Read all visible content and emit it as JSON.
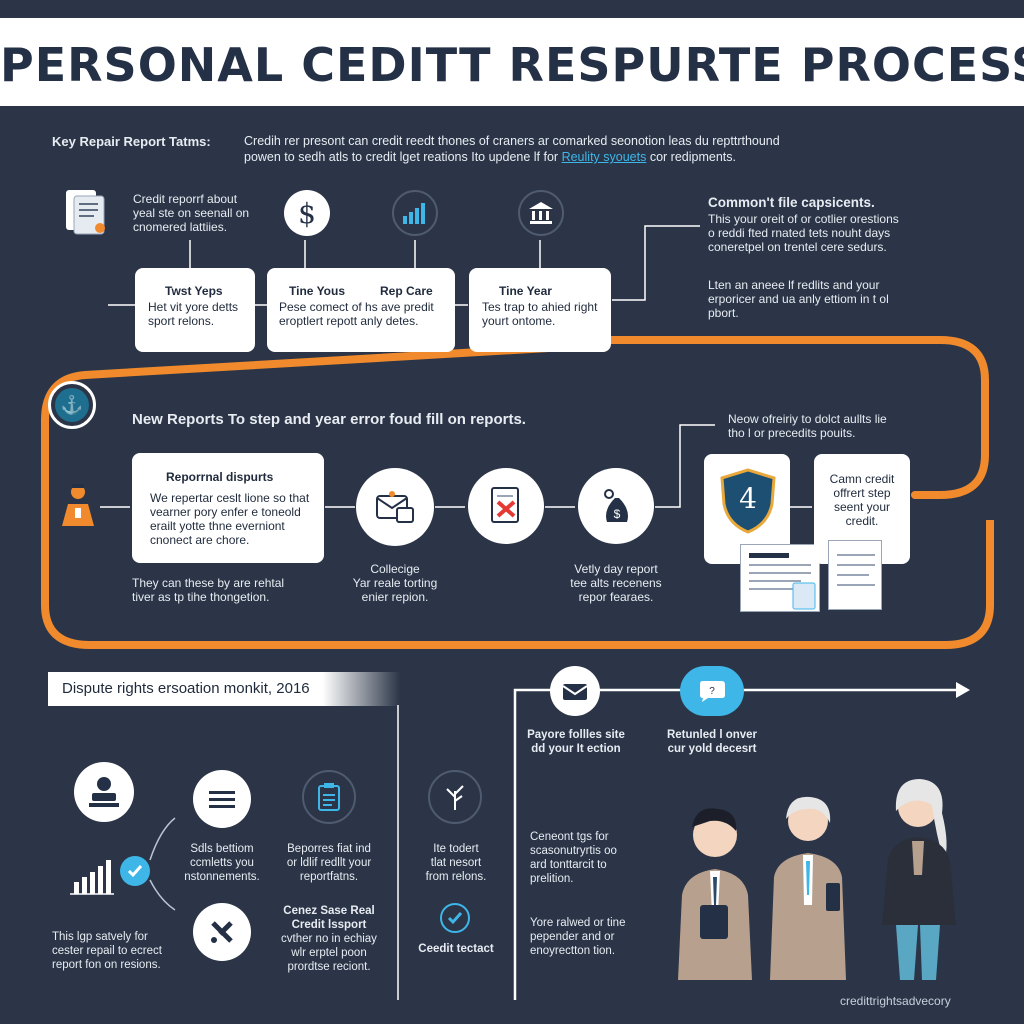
{
  "header": {
    "title": "PERSONAL CEDITT RESPURTE PROCESS"
  },
  "intro": {
    "label": "Key Repair Report Tatms:",
    "line1": "Credih rer presont can credit reedt thones of craners ar comarked seonotion leas du repttrthound",
    "line2_start": "powen to sedh atls to credit lget reations Ito updene lf for",
    "line2_link": "Reulity syouets",
    "line2_end": "cor redipments."
  },
  "top_row": {
    "doc_caption": [
      "Credit reporrf about",
      "yeal ste on seenall on",
      "cnomered lattiies."
    ],
    "cards": [
      {
        "title": "Twst Yeps",
        "lines": [
          "Het vit yore detts",
          "sport relons."
        ]
      },
      {
        "title_left": "Tine Yous",
        "title_right": "Rep Care",
        "lines": [
          "Pese comect of hs ave predit",
          "eroptlert repott anly detes."
        ]
      },
      {
        "title": "Tine Year",
        "lines": [
          "Tes trap to ahied right",
          "yourt ontome."
        ]
      }
    ],
    "common": {
      "title": "Common't file capsicents.",
      "lines": [
        "This your oreit of or cotlier orestions",
        "o reddi fted rnated tets nouht days",
        "coneretpel on trentel cere sedurs."
      ],
      "lines2": [
        "Lten an aneee lf redlits and your",
        "erporicer and ua anly ettiom in t ol",
        "pbort."
      ]
    }
  },
  "middle": {
    "heading": "New Reports To step and year error foud fill on reports.",
    "side_note": [
      "Neow ofreiriy to dolct aullts lie",
      "tho l or precedits pouits."
    ],
    "personal_card": {
      "title": "Reporrnal dispurts",
      "lines": [
        "We repertar ceslt lione so that",
        "vearner pory enfer e toneold",
        "erailt yotte thne everniont",
        "cnonect are chore."
      ]
    },
    "below_card": [
      "They can these by are rehtal",
      "tiver as tp tihe thongetion."
    ],
    "collage": [
      "Collecige",
      "Yar reale torting",
      "enier repion."
    ],
    "verify": [
      "Vetly day report",
      "tee alts recenens",
      "repor fearaes."
    ],
    "shield_number": "4",
    "credit_card": [
      "Camn credit",
      "offrert step",
      "seent your",
      "credit."
    ]
  },
  "bottom": {
    "banner": "Dispute rights ersoation monkit, 2016",
    "timeline": [
      {
        "lines": [
          "Payore follles site",
          "dd your It ection"
        ]
      },
      {
        "lines": [
          "Retunled l onver",
          "cur yold decesrt"
        ]
      }
    ],
    "items": [
      {
        "lines": [
          "Sdls bettiom",
          "ccmletts you",
          "nstonnements."
        ]
      },
      {
        "lines": [
          "Beporres fiat ind",
          "or ldlif redllt your",
          "reportfatns."
        ]
      },
      {
        "lines": [
          "Ite todert",
          "tlat nesort",
          "from relons."
        ]
      },
      {
        "lines": [
          "Cenez Sase Real",
          "Credit lssport",
          "cvther no in echiay",
          "wlr erptel poon",
          "prordtse reciont."
        ]
      },
      {
        "lines": [
          "Ceedit tectact"
        ]
      }
    ],
    "left_caption": [
      "This lgp satvely for",
      "cester repail to ecrect",
      "report fon on resions."
    ],
    "right_block1": [
      "Ceneont tgs for",
      "scasonutryrtis oo",
      "ard tonttarcit to",
      "prelition."
    ],
    "right_block2": [
      "Yore ralwed or tine",
      "pepender and or",
      "enoyrectton tion."
    ],
    "footer": "credittrightsadvecory"
  },
  "colors": {
    "background": "#2b3547",
    "accent_orange": "#f08a2c",
    "accent_teal": "#3fb6e8",
    "card": "#ffffff"
  },
  "icons": [
    "document-icon",
    "dollar-icon",
    "bar-chart-icon",
    "bank-icon",
    "lock-icon",
    "person-icon",
    "envelope-icon",
    "x-document-icon",
    "money-bag-icon",
    "shield-icon",
    "list-icon",
    "clipboard-icon",
    "tree-icon",
    "check-icon",
    "tools-icon",
    "chat-icon",
    "people-illustration"
  ]
}
